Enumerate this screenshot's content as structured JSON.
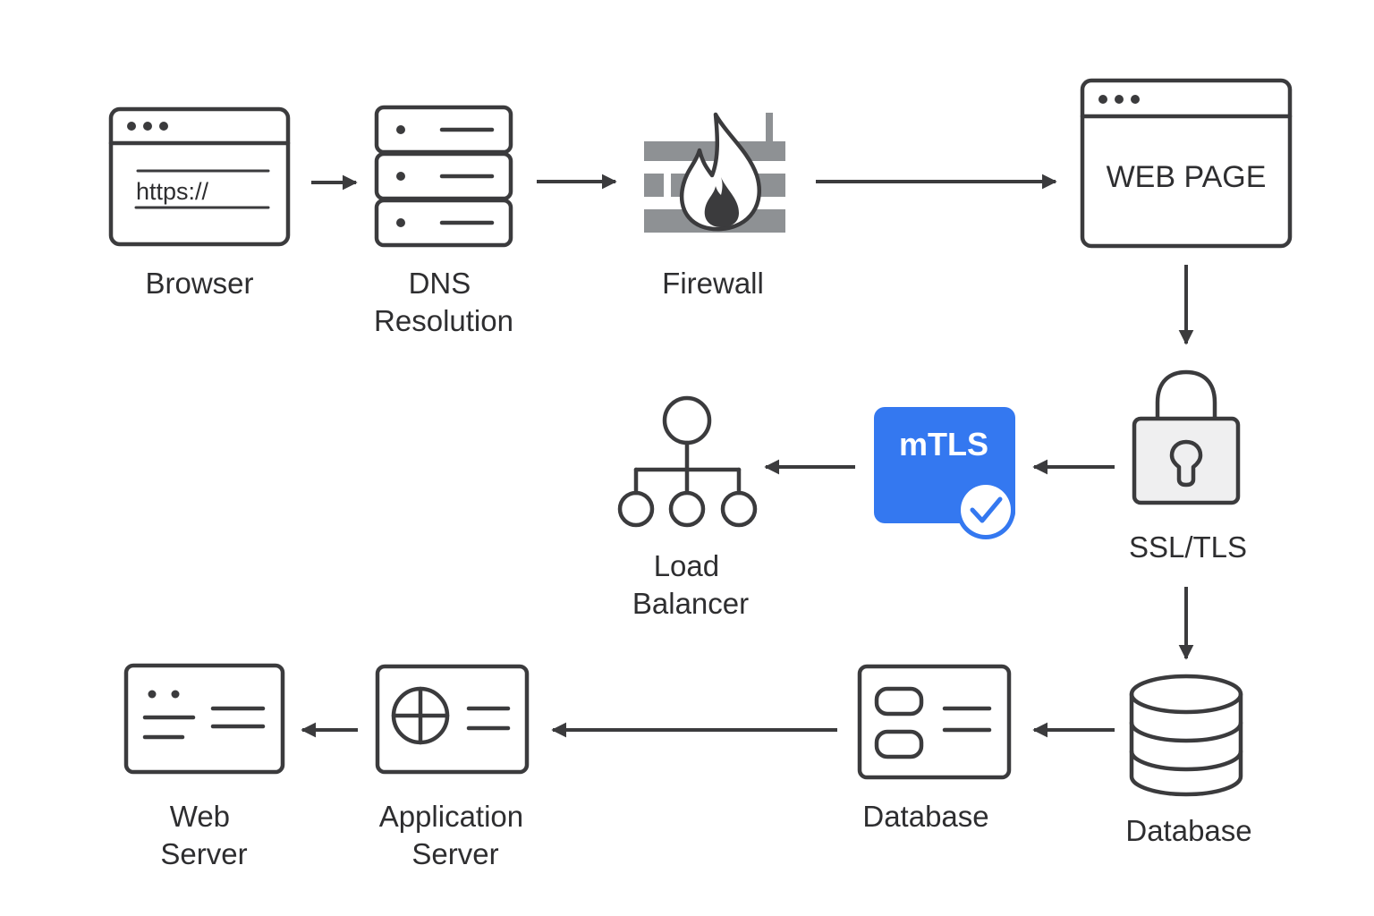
{
  "nodes": {
    "browser": {
      "label_lines": [
        "Browser"
      ],
      "url_text": "https://"
    },
    "dns": {
      "label_lines": [
        "DNS",
        "Resolution"
      ]
    },
    "firewall": {
      "label_lines": [
        "Firewall"
      ]
    },
    "web_page": {
      "screen_text": "WEB PAGE"
    },
    "ssl_tls": {
      "label_lines": [
        "SSL/TLS"
      ]
    },
    "mtls": {
      "badge_text": "mTLS",
      "badge_color": "#3478f0"
    },
    "load_balancer": {
      "label_lines": [
        "Load",
        "Balancer"
      ]
    },
    "database_cylinder": {
      "label_lines": [
        "Database"
      ]
    },
    "database_panel": {
      "label_lines": [
        "Database"
      ]
    },
    "application_server": {
      "label_lines": [
        "Application",
        "Server"
      ]
    },
    "web_server": {
      "label_lines": [
        "Web",
        "Server"
      ]
    }
  },
  "edges": [
    {
      "from": "browser",
      "to": "dns"
    },
    {
      "from": "dns",
      "to": "firewall"
    },
    {
      "from": "firewall",
      "to": "web_page"
    },
    {
      "from": "web_page",
      "to": "ssl_tls"
    },
    {
      "from": "ssl_tls",
      "to": "mtls"
    },
    {
      "from": "mtls",
      "to": "load_balancer"
    },
    {
      "from": "ssl_tls",
      "to": "database_cylinder"
    },
    {
      "from": "database_cylinder",
      "to": "database_panel"
    },
    {
      "from": "database_panel",
      "to": "application_server"
    },
    {
      "from": "application_server",
      "to": "web_server"
    }
  ],
  "colors": {
    "icon_stroke": "#3b3b3d",
    "firewall_brick": "#8e9194",
    "mtls_blue": "#3478f0",
    "label_text": "#2e2e30"
  }
}
